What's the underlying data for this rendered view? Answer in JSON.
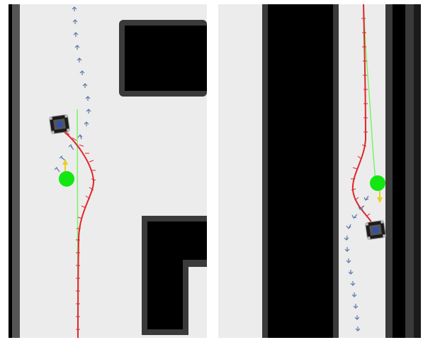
{
  "colors": {
    "free_space": "#ececec",
    "obstacle": "#000000",
    "inflation": "#3a3a3a",
    "global_plan": "#7cf26a",
    "local_trajectory": "#e0262b",
    "robot_poses": "#5b78a8",
    "goal_marker": "#13e613",
    "heading_arrow": "#e8d020",
    "robot_body": "#1c1c1c",
    "robot_sensor": "#3050b0"
  },
  "icons": {
    "robot": "robot-icon",
    "goal": "goal-marker-icon",
    "heading": "heading-arrow-icon",
    "pose": "pose-arrow-icon"
  },
  "panels": [
    {
      "name": "left-navigation-panel",
      "robot_direction": "up"
    },
    {
      "name": "right-navigation-panel",
      "robot_direction": "down"
    }
  ]
}
